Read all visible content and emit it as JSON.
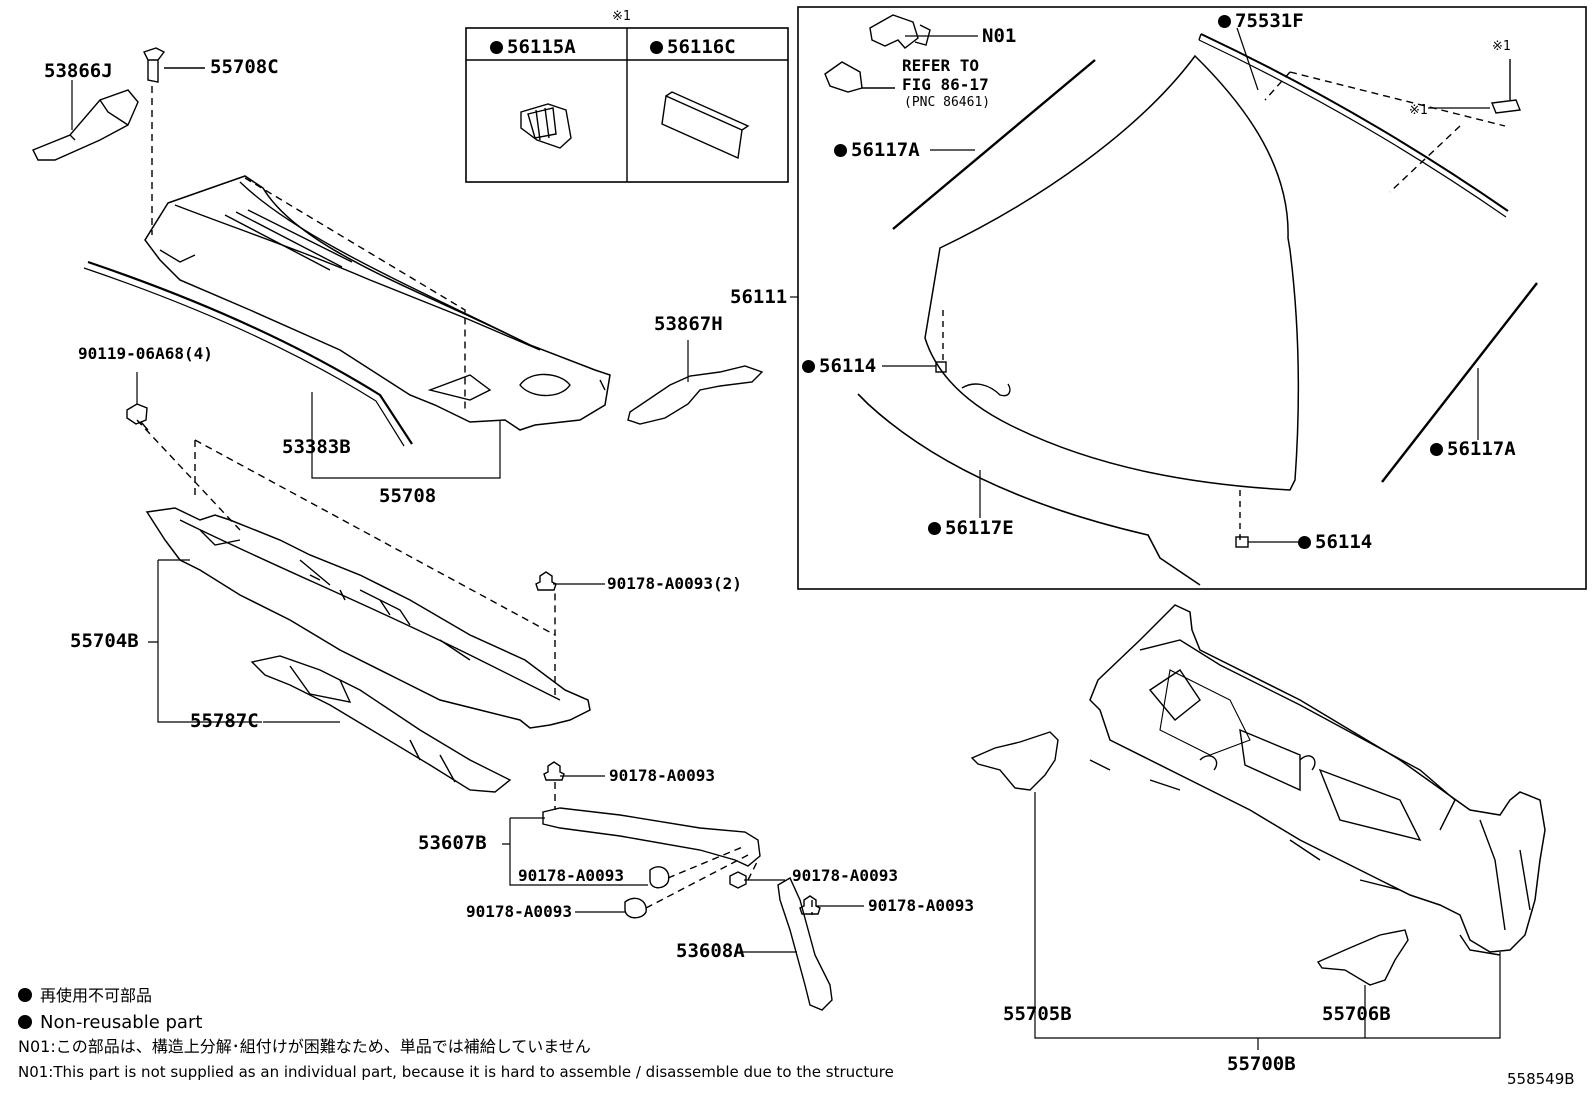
{
  "title": "",
  "figure_id": "558549B",
  "callout_mark": "※1",
  "parts": {
    "p53866J": "53866J",
    "p55708C": "55708C",
    "p56115A": "56115A",
    "p56116C": "56116C",
    "pN01": "N01",
    "p75531F": "75531F",
    "refer_line1": "REFER TO",
    "refer_line2": "FIG 86-17",
    "refer_line3": "(PNC 86461)",
    "p56117A_top": "56117A",
    "p56117A_right": "56117A",
    "p56111": "56111",
    "p56114_left": "56114",
    "p56114_bottom": "56114",
    "p56117E": "56117E",
    "p53867H": "53867H",
    "p90119": "90119-06A68(4)",
    "p53383B": "53383B",
    "p55708": "55708",
    "p90178_2": "90178-A0093(2)",
    "p55704B": "55704B",
    "p55787C": "55787C",
    "p90178_a": "90178-A0093",
    "p53607B": "53607B",
    "p90178_b": "90178-A0093",
    "p90178_c": "90178-A0093",
    "p90178_d": "90178-A0093",
    "p90178_e": "90178-A0093",
    "p53608A": "53608A",
    "p55705B": "55705B",
    "p55706B": "55706B",
    "p55700B": "55700B"
  },
  "non_reusable_markers": [
    "56115A",
    "56116C",
    "75531F",
    "56117A",
    "56117A",
    "56114",
    "56114",
    "56117E"
  ],
  "legend": {
    "jp_nonreusable": "再使用不可部品",
    "en_nonreusable": "Non-reusable part",
    "n01_jp": "N01:この部品は、構造上分解･組付けが困難なため、単品では補給していません",
    "n01_en": "N01:This part is not supplied as an individual part, because it is hard to assemble / disassemble due to the structure"
  }
}
